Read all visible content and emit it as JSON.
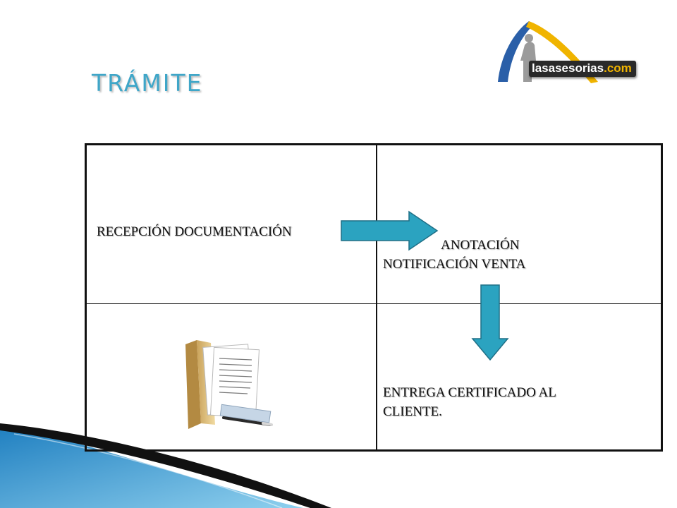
{
  "slide": {
    "title": "TRÁMITE"
  },
  "logo": {
    "name": "lasasesorias",
    "domain": ".com"
  },
  "table": {
    "cell_top_left": "RECEPCIÓN DOCUMENTACIÓN",
    "cell_top_right_line1": "ANOTACIÓN",
    "cell_top_right_line2": "NOTIFICACIÓN VENTA",
    "cell_bottom_right_line1": "ENTREGA CERTIFICADO AL",
    "cell_bottom_right_line2": "CLIENTE."
  },
  "icons": {
    "flow_right": "arrow-right-icon",
    "flow_down": "arrow-down-icon",
    "documents": "folder-documents-icon"
  },
  "colors": {
    "title": "#3fa6c8",
    "arrow_fill": "#2ba3c0",
    "arrow_stroke": "#1f6f86",
    "deco_blue": "#2f9bd0"
  }
}
